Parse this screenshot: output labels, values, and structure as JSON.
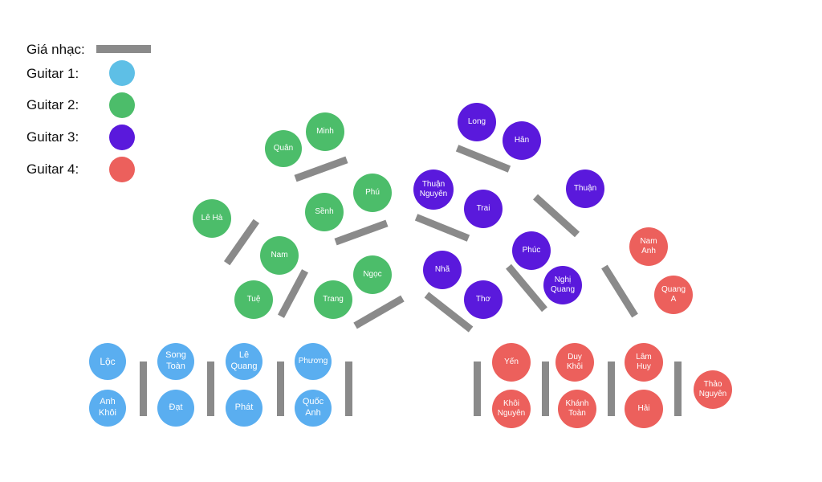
{
  "legend": {
    "stand_label": "Giá nhạc:",
    "guitar1_label": "Guitar 1:",
    "guitar2_label": "Guitar 2:",
    "guitar3_label": "Guitar 3:",
    "guitar4_label": "Guitar 4:"
  },
  "colors": {
    "guitar1": "#5aaef0",
    "guitar2": "#4cbd6a",
    "guitar3": "#5a19dc",
    "guitar4": "#ec605c",
    "stand": "#8a8a8a"
  },
  "guitar1": {
    "loc": "Lộc",
    "song_toan": "Song\nToàn",
    "le_quang": "Lê\nQuang",
    "phuong": "Phương",
    "anh_khoi": "Anh\nKhôi",
    "dat": "Đạt",
    "phat": "Phát",
    "quoc_anh": "Quốc\nAnh"
  },
  "guitar2": {
    "quan": "Quân",
    "minh": "Minh",
    "le_ha": "Lê Hà",
    "senh": "Sềnh",
    "phu": "Phú",
    "nam": "Nam",
    "ngoc": "Ngọc",
    "tue": "Tuệ",
    "trang": "Trang"
  },
  "guitar3": {
    "long": "Long",
    "han": "Hân",
    "thuan_nguyen": "Thuận\nNguyên",
    "trai": "Trai",
    "thuan": "Thuận",
    "nha": "Nhã",
    "tho": "Thơ",
    "phuc": "Phúc",
    "nghi_quang": "Nghị\nQuang"
  },
  "guitar4": {
    "nam_anh": "Nam\nAnh",
    "quang_a": "Quang\nA",
    "yen": "Yến",
    "duy_khoi": "Duy\nKhôi",
    "lam_huy": "Lâm\nHuy",
    "thao_nguyen": "Thảo\nNguyên",
    "khoi_nguyen": "Khôi\nNguyên",
    "khanh_toan": "Khánh\nToàn",
    "hai": "Hải"
  }
}
